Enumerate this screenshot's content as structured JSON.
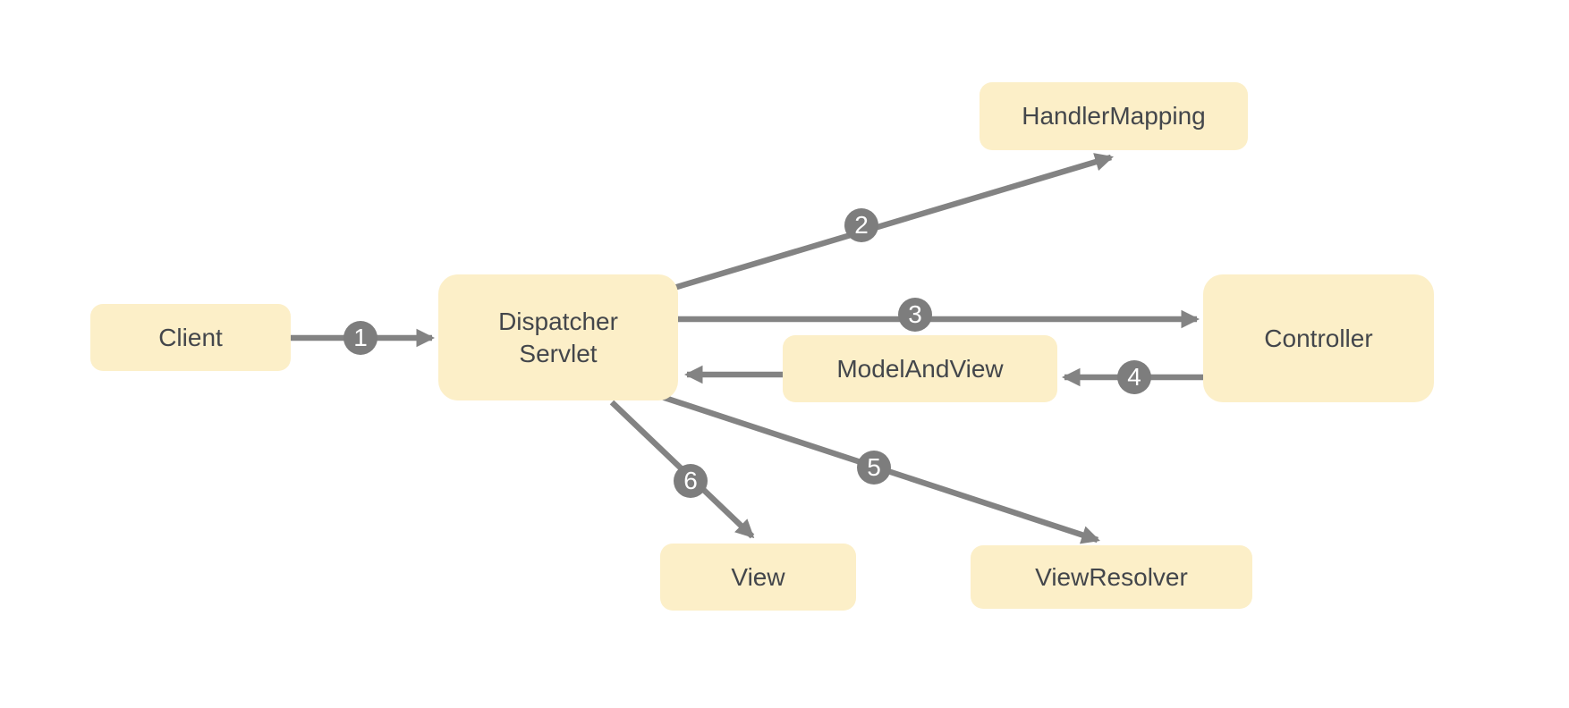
{
  "diagram": {
    "type": "flow-diagram",
    "nodes": [
      {
        "id": "client",
        "label": "Client"
      },
      {
        "id": "dispatcher-servlet",
        "label": "Dispatcher\nServlet"
      },
      {
        "id": "handler-mapping",
        "label": "HandlerMapping"
      },
      {
        "id": "controller",
        "label": "Controller"
      },
      {
        "id": "model-and-view",
        "label": "ModelAndView"
      },
      {
        "id": "view",
        "label": "View"
      },
      {
        "id": "view-resolver",
        "label": "ViewResolver"
      }
    ],
    "edges": [
      {
        "from": "Client",
        "to": "Dispatcher Servlet",
        "step": "1"
      },
      {
        "from": "Dispatcher Servlet",
        "to": "HandlerMapping",
        "step": "2"
      },
      {
        "from": "Dispatcher Servlet",
        "to": "Controller",
        "step": "3"
      },
      {
        "from": "Controller",
        "to": "ModelAndView",
        "step": "4"
      },
      {
        "from": "ModelAndView",
        "to": "Dispatcher Servlet",
        "step": ""
      },
      {
        "from": "Dispatcher Servlet",
        "to": "ViewResolver",
        "step": "5"
      },
      {
        "from": "Dispatcher Servlet",
        "to": "View",
        "step": "6"
      }
    ],
    "colors": {
      "node_fill": "#fcefc8",
      "node_text": "#43464b",
      "arrow": "#838383",
      "step_badge_fill": "#7d7d7d",
      "step_badge_text": "#ffffff",
      "background": "#ffffff"
    }
  }
}
